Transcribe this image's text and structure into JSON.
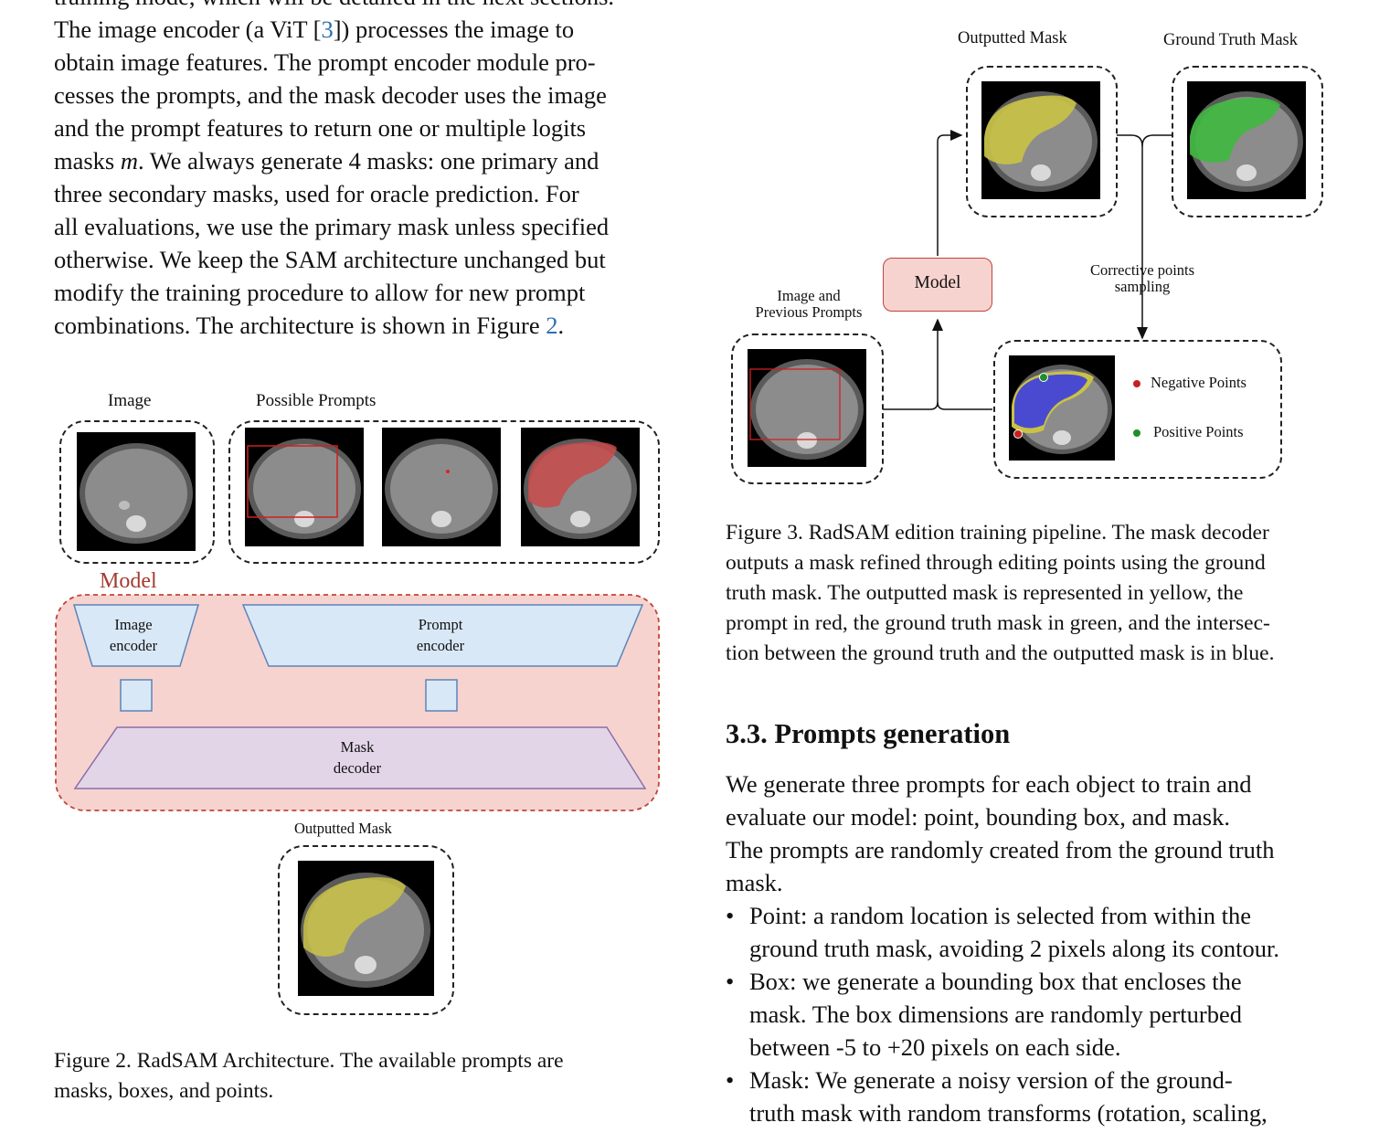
{
  "left_paragraph": {
    "line0": "training mode, which will be detailed in the next sections.",
    "line1_pre": "The image encoder (a ViT [",
    "line1_ref": "3",
    "line1_post": "]) processes the image to",
    "line2": "obtain image features. The prompt encoder module pro-",
    "line3": "cesses the prompts, and the mask decoder uses the image",
    "line4": "and the prompt features to return one or multiple logits",
    "line5_pre": "masks ",
    "line5_var": "m",
    "line5_post": ". We always generate 4 masks: one primary and",
    "line6": "three secondary masks, used for oracle prediction. For",
    "line7": "all evaluations, we use the primary mask unless specified",
    "line8": "otherwise. We keep the SAM architecture unchanged but",
    "line9": "modify the training procedure to allow for new prompt",
    "line10_pre": "combinations. The architecture is shown in Figure ",
    "line10_ref": "2",
    "line10_post": "."
  },
  "figure2": {
    "image_label": "Image",
    "prompts_label": "Possible Prompts",
    "model_label": "Model",
    "image_encoder": [
      "Image",
      "encoder"
    ],
    "prompt_encoder": [
      "Prompt",
      "encoder"
    ],
    "mask_decoder": [
      "Mask",
      "decoder"
    ],
    "outputted_mask_label": "Outputted Mask",
    "caption_line1": "Figure 2. RadSAM Architecture. The available prompts are",
    "caption_line2": "masks, boxes, and points.",
    "colors": {
      "model_bg": "#f7d3cf",
      "model_border": "#c0443a",
      "model_label": "#a33b30",
      "encoder_bg": "#d9e8f7",
      "encoder_border": "#5b84b8",
      "decoder_bg": "#e3d5e8",
      "decoder_border": "#8a6fa8"
    }
  },
  "figure3": {
    "outputted_mask_label": "Outputted Mask",
    "ground_truth_label": "Ground Truth Mask",
    "model_label": "Model",
    "image_prompts_label": [
      "Image and",
      "Previous Prompts"
    ],
    "corrective_label": [
      "Corrective points",
      "sampling"
    ],
    "negative_points": "Negative Points",
    "positive_points": "Positive Points",
    "caption_lines": [
      "Figure 3. RadSAM edition training pipeline. The mask decoder",
      "outputs a mask refined through editing points using the ground",
      "truth mask. The outputted mask is represented in yellow, the",
      "prompt in red, the ground truth mask in green, and the intersec-",
      "tion between the ground truth and the outputted mask is in blue."
    ],
    "colors": {
      "model_bg": "#f7d3cf",
      "model_border": "#c0443a",
      "negative": "#c81e1e",
      "positive": "#1f8f2a",
      "yellow_mask": "#c9c245",
      "green_mask": "#3fb83f",
      "blue_mask": "#4a4ad0"
    }
  },
  "section": {
    "heading": "3.3. Prompts generation",
    "intro_lines": [
      "We generate three prompts for each object to train and",
      "evaluate our model: point, bounding box, and mask.",
      "The prompts are randomly created from the ground truth",
      "mask."
    ],
    "bullets": [
      {
        "line1": "Point: a random location is selected from within the",
        "line2": "ground truth mask, avoiding 2 pixels along its contour."
      },
      {
        "line1": "Box: we generate a bounding box that encloses the",
        "line2": "mask. The box dimensions are randomly perturbed",
        "line3": "between -5 to +20 pixels on each side."
      },
      {
        "line1": "Mask: We generate a noisy version of the ground-",
        "line2": "truth mask with random transforms (rotation, scaling,"
      }
    ]
  }
}
